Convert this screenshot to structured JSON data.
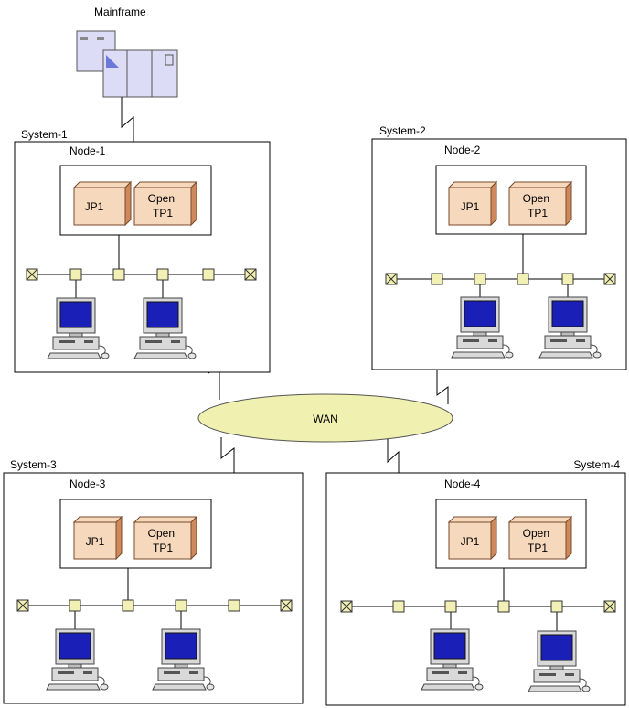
{
  "mainframe": {
    "label": "Mainframe"
  },
  "wan": {
    "label": "WAN",
    "fill": "#f0f0b0"
  },
  "colors": {
    "box_front": "#f6d8bd",
    "box_side": "#cd885c",
    "tap_fill": "#f2f0b4",
    "screen": "#1a1fb8",
    "mainframe_fill": "#dcdcf6"
  },
  "systems": [
    {
      "label": "System-1",
      "node": {
        "label": "Node-1",
        "components": [
          "JP1",
          "Open\nTP1"
        ]
      }
    },
    {
      "label": "System-2",
      "node": {
        "label": "Node-2",
        "components": [
          "JP1",
          "Open\nTP1"
        ]
      }
    },
    {
      "label": "System-3",
      "node": {
        "label": "Node-3",
        "components": [
          "JP1",
          "Open\nTP1"
        ]
      }
    },
    {
      "label": "System-4",
      "node": {
        "label": "Node-4",
        "components": [
          "JP1",
          "Open\nTP1"
        ]
      }
    }
  ]
}
